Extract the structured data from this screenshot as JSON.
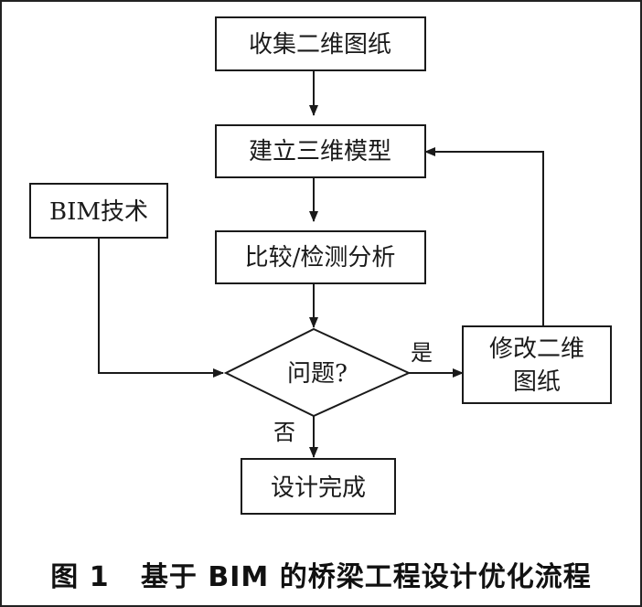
{
  "nodes": {
    "collect_drawings": "收集二维图纸",
    "build_model": "建立三维模型",
    "bim_tech": "BIM技术",
    "compare_detect": "比较/检测分析",
    "question": "问题?",
    "modify_drawings_line1": "修改二维",
    "modify_drawings_line2": "图纸",
    "design_done": "设计完成"
  },
  "edges": {
    "yes_label": "是",
    "no_label": "否"
  },
  "caption": "图 1   基于 BIM 的桥梁工程设计优化流程"
}
